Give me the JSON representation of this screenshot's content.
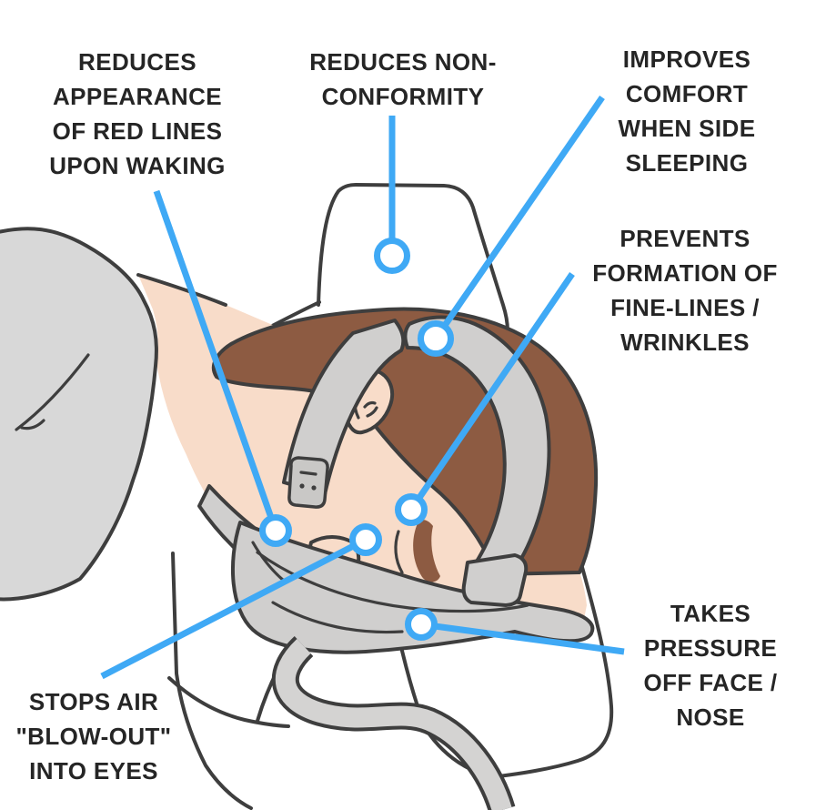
{
  "colors": {
    "page_bg": "#ffffff",
    "text": "#252525",
    "accent_blue": "#3fa9f5",
    "outline": "#3e3e3e",
    "skin": "#f8dcc9",
    "hair": "#8d5b42",
    "shirt_gray": "#d8d8d8",
    "strap_gray": "#d0cfce",
    "tube_gray": "#d4d3d2",
    "buckle_gray": "#c9c8c6",
    "pillow_white": "#ffffff"
  },
  "labels": [
    {
      "id": "reduces-red-lines",
      "text": "REDUCES\nAPPEARANCE\nOF RED LINES\nUPON WAKING"
    },
    {
      "id": "reduces-non-conformity",
      "text": "REDUCES NON-\nCONFORMITY"
    },
    {
      "id": "improves-comfort",
      "text": "IMPROVES\nCOMFORT\nWHEN SIDE\nSLEEPING"
    },
    {
      "id": "prevents-wrinkles",
      "text": "PREVENTS\nFORMATION OF\nFINE-LINES /\nWRINKLES"
    },
    {
      "id": "takes-pressure",
      "text": "TAKES\nPRESSURE\nOFF FACE /\nNOSE"
    },
    {
      "id": "stops-air-blowout",
      "text": "STOPS AIR\n\"BLOW-OUT\"\nINTO EYES"
    }
  ]
}
